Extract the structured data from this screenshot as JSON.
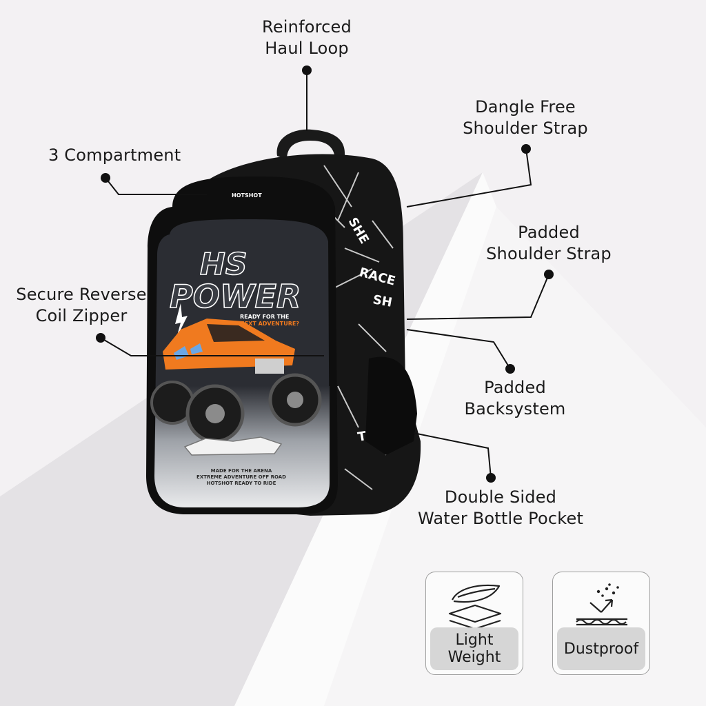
{
  "colors": {
    "background": "#f3f1f3",
    "accent": "#f07a1f",
    "bag": "#141414"
  },
  "product": {
    "brand_logo": "HOTSHOT",
    "headline": [
      "HS",
      "POWER"
    ],
    "tagline": [
      "READY FOR THE",
      "NEXT ADVENTURE?"
    ],
    "bottom_print": [
      "MADE FOR THE ARENA",
      "EXTREME ADVENTURE OFF ROAD",
      "HOTSHOT READY TO RIDE"
    ]
  },
  "callouts": {
    "haul_loop": [
      "Reinforced",
      "Haul Loop"
    ],
    "compartment": [
      "3 Compartment"
    ],
    "dangle_strap": [
      "Dangle Free",
      "Shoulder Strap"
    ],
    "padded_strap": [
      "Padded",
      "Shoulder Strap"
    ],
    "zipper": [
      "Secure Reverse",
      "Coil Zipper"
    ],
    "backsystem": [
      "Padded",
      "Backsystem"
    ],
    "bottle_pocket": [
      "Double Sided",
      "Water Bottle Pocket"
    ]
  },
  "features": [
    {
      "label": [
        "Light",
        "Weight"
      ],
      "icon": "feather-layers-icon"
    },
    {
      "label": [
        "Dustproof"
      ],
      "icon": "dust-shield-icon"
    }
  ]
}
